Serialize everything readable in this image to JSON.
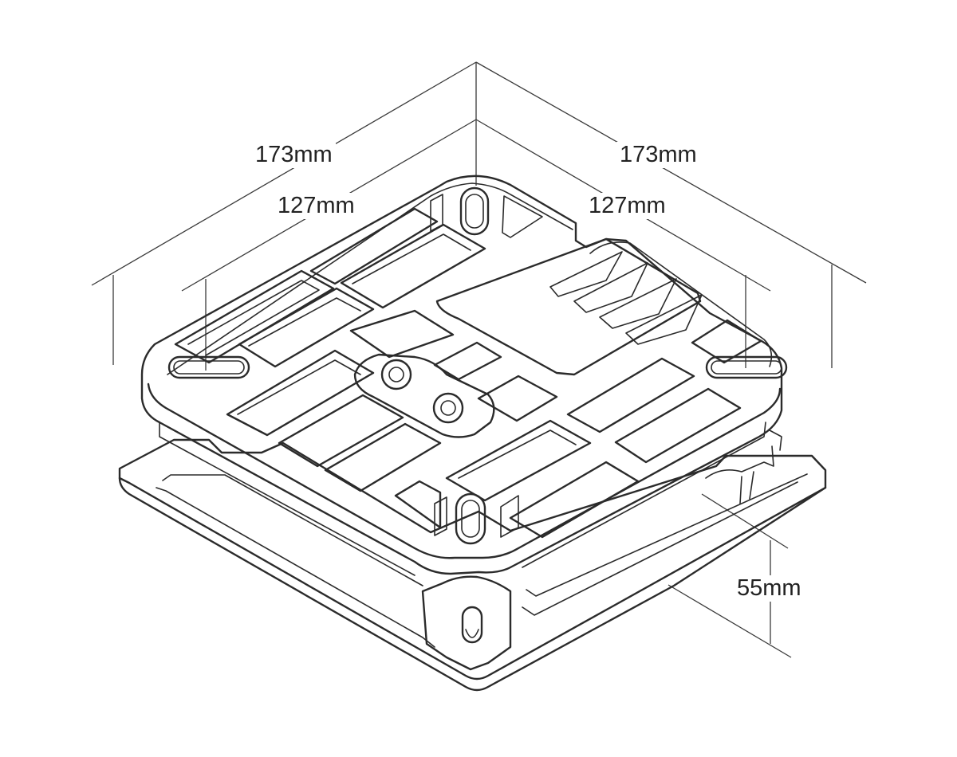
{
  "dimensions": {
    "outer_left": "173mm",
    "outer_right": "173mm",
    "inner_left": "127mm",
    "inner_right": "127mm",
    "height": "55mm"
  },
  "colors": {
    "line": "#2b2b2b",
    "background": "#ffffff"
  }
}
